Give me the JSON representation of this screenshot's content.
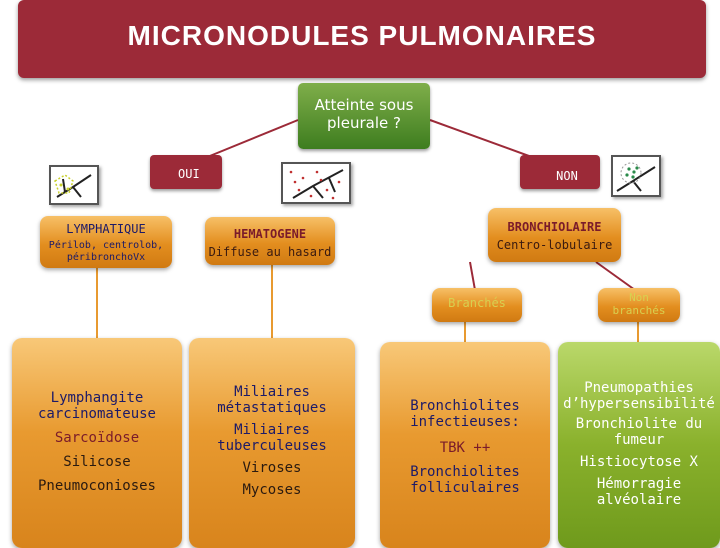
{
  "title": "MICRONODULES  PULMONAIRES",
  "question": "Atteinte sous pleurale ?",
  "answers": {
    "yes": "OUI",
    "no": "NON"
  },
  "lymphatique": {
    "title": "LYMPHATIQUE",
    "subtitle": "Périlob, centrolob, péribronchoVx"
  },
  "hematogene": {
    "title": "HEMATOGENE",
    "subtitle": "Diffuse au hasard"
  },
  "bronchiolaire": {
    "title": "BRONCHIOLAIRE",
    "subtitle": "Centro-lobulaire"
  },
  "branches": {
    "yes": "Branchés",
    "no": "Non branchés"
  },
  "columns": {
    "lymphatique": [
      "Lymphangite carcinomateuse",
      "Sarcoïdose",
      "Silicose",
      "Pneumoconioses"
    ],
    "hematogene": [
      "Miliaires métastatiques",
      "Miliaires tuberculeuses",
      "Viroses",
      "Mycoses"
    ],
    "branches": [
      "Bronchiolites infectieuses:",
      "TBK ++",
      "Bronchiolites folliculaires"
    ],
    "non_branches": [
      "Pneumopathies d’hypersensibilité",
      "Bronchiolite du fumeur",
      "Histiocytose X",
      "Hémorragie alvéolaire"
    ]
  },
  "colors": {
    "title_bg": "#9c2a38",
    "question_bg": "#4f8a2a",
    "orange": "#e38e1f",
    "green": "#8ab12c",
    "label_red": "#7a1b2a",
    "label_blue": "#1c1a68"
  },
  "icons": [
    "lymphatic-pattern-image",
    "random-pattern-image",
    "centrilobular-pattern-image"
  ]
}
